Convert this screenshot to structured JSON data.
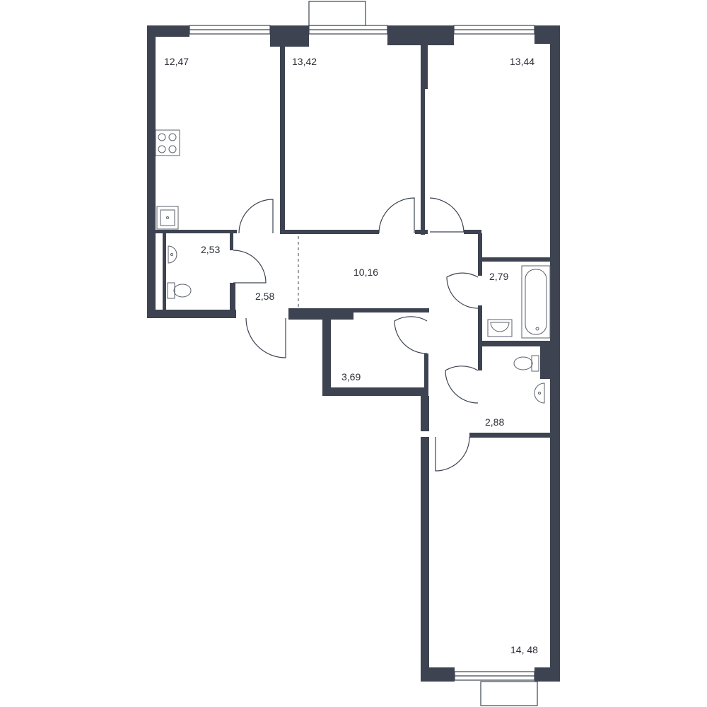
{
  "rooms": {
    "kitchen": "12,47",
    "bedroom_middle": "13,42",
    "bedroom_right": "13,44",
    "bathroom_small": "2,53",
    "entry": "2,58",
    "hall": "10,16",
    "bathroom_tub": "2,79",
    "storage": "3,69",
    "toilet": "2,88",
    "bedroom_bottom": "14, 48"
  },
  "colors": {
    "wall": "#3d4350",
    "background": "#ffffff"
  },
  "icons": [
    "stove-icon",
    "kitchen-sink-icon",
    "toilet-icon",
    "washbasin-icon",
    "bathtub-icon"
  ]
}
